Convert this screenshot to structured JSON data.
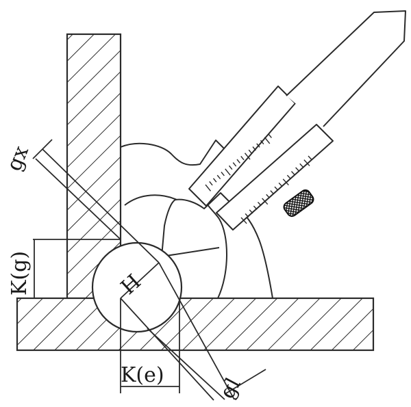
{
  "diagram": {
    "labels": {
      "gx": "gx",
      "kg": "K(g)",
      "h": "H",
      "ke": "K(e)",
      "gl": "gl"
    }
  }
}
